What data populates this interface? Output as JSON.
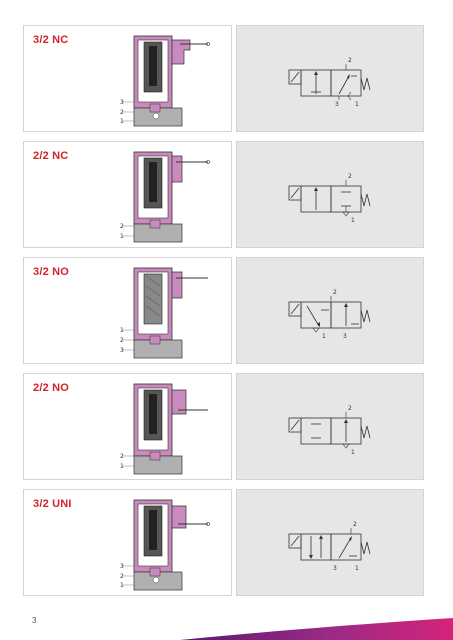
{
  "rows": [
    {
      "label": "3/2 NC",
      "cross_ports": [
        "3",
        "2",
        "1"
      ],
      "symbol_ports": [
        "2",
        "3",
        "1"
      ]
    },
    {
      "label": "2/2 NC",
      "cross_ports": [
        "2",
        "1"
      ],
      "symbol_ports": [
        "2",
        "1"
      ]
    },
    {
      "label": "3/2 NO",
      "cross_ports": [
        "1",
        "2",
        "3"
      ],
      "symbol_ports": [
        "2",
        "1",
        "3"
      ]
    },
    {
      "label": "2/2 NO",
      "cross_ports": [
        "2",
        "1"
      ],
      "symbol_ports": [
        "2",
        "1"
      ]
    },
    {
      "label": "3/2 UNI",
      "cross_ports": [
        "3",
        "2",
        "1"
      ],
      "symbol_ports": [
        "2",
        "3",
        "1"
      ]
    }
  ],
  "page_number": "3",
  "colors": {
    "accent": "#d3232a",
    "pink": "#c98bbd",
    "purple": "#6d1f78",
    "magenta": "#d4247a",
    "panel": "#e6e6e6"
  }
}
